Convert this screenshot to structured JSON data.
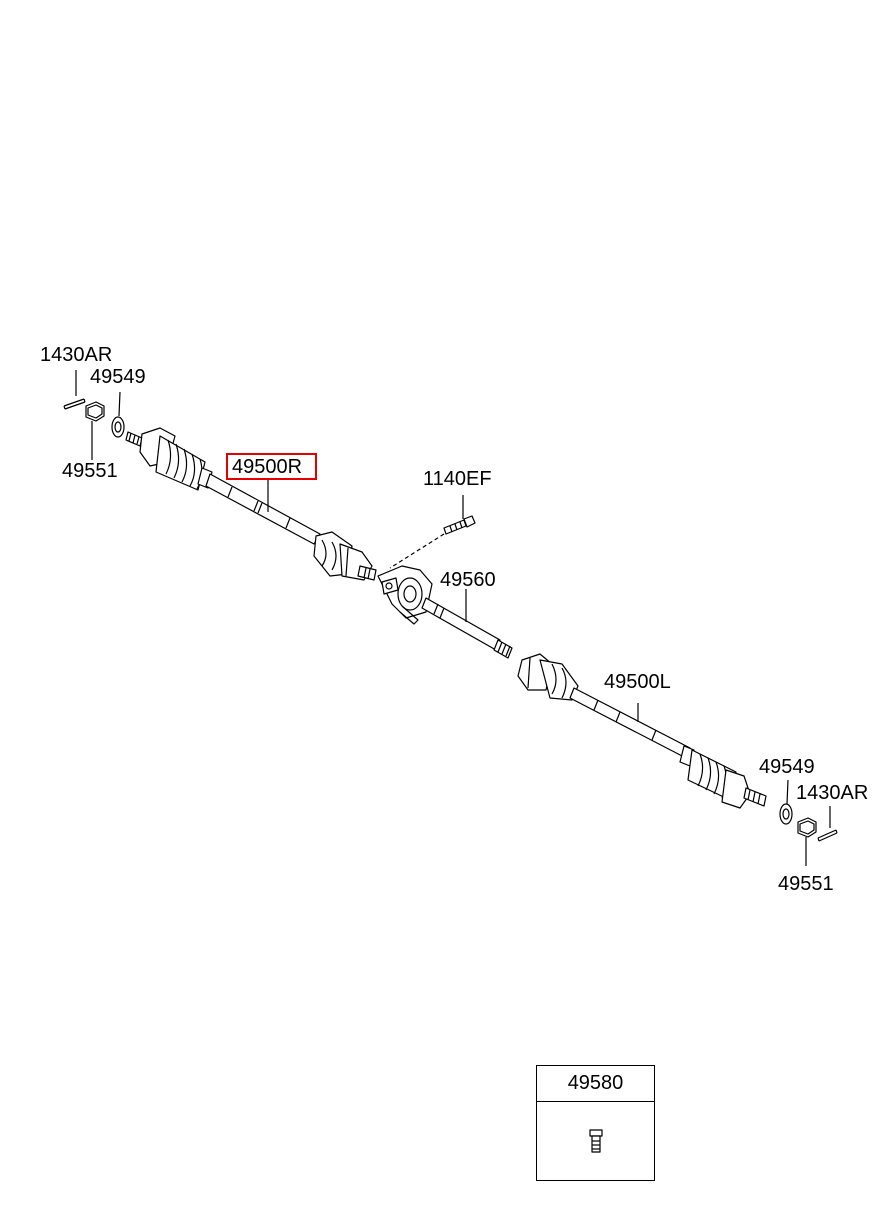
{
  "labels": {
    "p1430AR_left": "1430AR",
    "p49549_left": "49549",
    "p49551_left": "49551",
    "p49500R": "49500R",
    "p1140EF": "1140EF",
    "p49560": "49560",
    "p49500L": "49500L",
    "p49549_right": "49549",
    "p1430AR_right": "1430AR",
    "p49551_right": "49551",
    "p49580": "49580"
  },
  "colors": {
    "highlight": "#e60000",
    "line": "#000000",
    "background": "#ffffff"
  }
}
